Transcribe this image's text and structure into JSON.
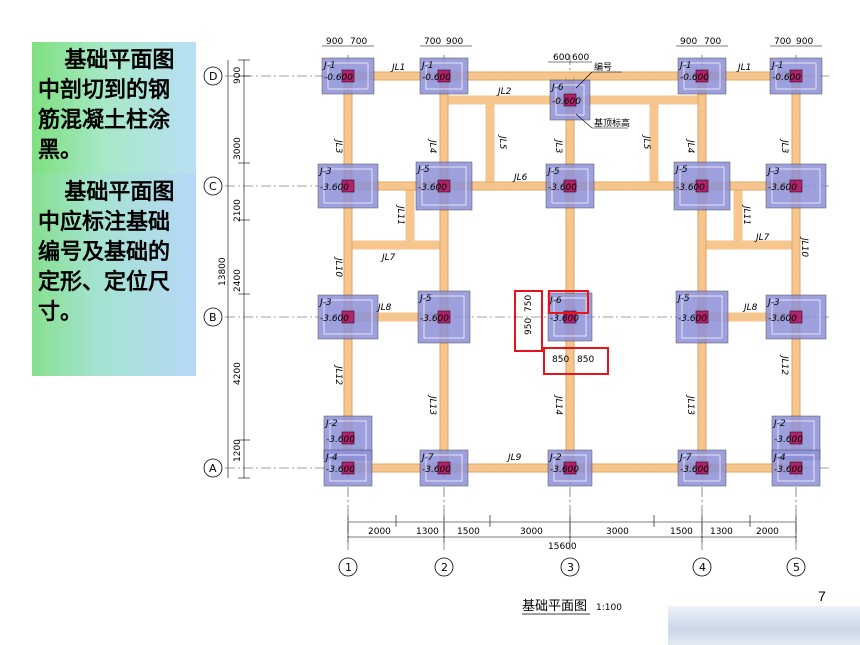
{
  "callouts": [
    {
      "text": "基础平面图中剖切到的钢筋混凝土柱涂黑。"
    },
    {
      "text": "基础平面图中应标注基础编号及基础的定形、定位尺寸。"
    }
  ],
  "drawing": {
    "title": "基础平面图",
    "scale": "1:100",
    "page_number": "7",
    "axes_h": [
      "D",
      "C",
      "B",
      "A"
    ],
    "axes_v": [
      "1",
      "2",
      "3",
      "4",
      "5"
    ],
    "bottom_dims": [
      "2000",
      "1300",
      "1500",
      "3000",
      "3000",
      "1500",
      "1300",
      "2000"
    ],
    "total_width": "15600",
    "left_dims": [
      "900",
      "3000",
      "2100",
      "2400",
      "4200",
      "1200"
    ],
    "total_height": "13800",
    "annotations": {
      "number": "编号",
      "top_elev": "基顶标高"
    },
    "beams": [
      "JL1",
      "JL1",
      "JL2",
      "JL3",
      "JL4",
      "JL5",
      "JL3",
      "JL5",
      "JL4",
      "JL3",
      "JL6",
      "JL11",
      "JL11",
      "JL7",
      "JL7",
      "JL10",
      "JL10",
      "JL8",
      "JL8",
      "JL12",
      "JL13",
      "JL14",
      "JL13",
      "JL12",
      "JL9"
    ],
    "footings": [
      {
        "id": "J-1",
        "elev": "-0.600"
      },
      {
        "id": "J-1",
        "elev": "-0.600"
      },
      {
        "id": "J-6",
        "elev": "-0.600"
      },
      {
        "id": "J-1",
        "elev": "-0.600"
      },
      {
        "id": "J-1",
        "elev": "-0.600"
      },
      {
        "id": "J-3",
        "elev": "-3.600"
      },
      {
        "id": "J-5",
        "elev": "-3.600"
      },
      {
        "id": "J-5",
        "elev": "-3.600"
      },
      {
        "id": "J-5",
        "elev": "-3.600"
      },
      {
        "id": "J-3",
        "elev": "-3.600"
      },
      {
        "id": "J-3",
        "elev": "-3.600"
      },
      {
        "id": "J-5",
        "elev": "-3.600"
      },
      {
        "id": "J-6",
        "elev": "-3.600"
      },
      {
        "id": "J-5",
        "elev": "-3.600"
      },
      {
        "id": "J-3",
        "elev": "-3.600"
      },
      {
        "id": "J-2",
        "elev": "-3.600"
      },
      {
        "id": "J-2",
        "elev": "-3.600"
      },
      {
        "id": "J-4",
        "elev": "-3.600"
      },
      {
        "id": "J-7",
        "elev": "-3.600"
      },
      {
        "id": "J-2",
        "elev": "-3.600"
      },
      {
        "id": "J-7",
        "elev": "-3.600"
      },
      {
        "id": "J-4",
        "elev": "-3.600"
      }
    ],
    "top_dims": [
      [
        "900",
        "700"
      ],
      [
        "700",
        "900"
      ],
      [
        "600",
        "600"
      ],
      [
        "900",
        "700"
      ],
      [
        "700",
        "900"
      ]
    ],
    "highlight_dims": {
      "v1": "950",
      "v2": "750",
      "h1": "850",
      "h2": "850"
    }
  }
}
